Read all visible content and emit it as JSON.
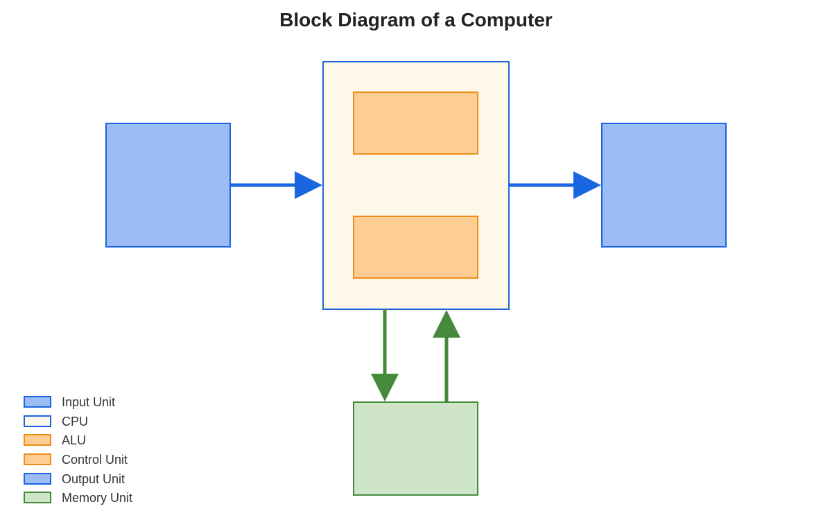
{
  "title": "Block Diagram of a Computer",
  "colors": {
    "blue_stroke": "#1a66e0",
    "blue_fill": "#9bbcf5",
    "cpu_fill": "#fdf8e8",
    "orange_stroke": "#f08c1a",
    "orange_fill": "#fdcd93",
    "green_stroke": "#458a3a",
    "green_fill": "#cfe5c8"
  },
  "legend": [
    {
      "label": "Input Unit",
      "fill": "#9bbcf5",
      "stroke": "#1a66e0"
    },
    {
      "label": "CPU",
      "fill": "#fdf8e8",
      "stroke": "#1a66e0"
    },
    {
      "label": "ALU",
      "fill": "#fdcd93",
      "stroke": "#f08c1a"
    },
    {
      "label": "Control Unit",
      "fill": "#fdcd93",
      "stroke": "#f08c1a"
    },
    {
      "label": "Output Unit",
      "fill": "#9bbcf5",
      "stroke": "#1a66e0"
    },
    {
      "label": "Memory Unit",
      "fill": "#cfe5c8",
      "stroke": "#458a3a"
    }
  ]
}
